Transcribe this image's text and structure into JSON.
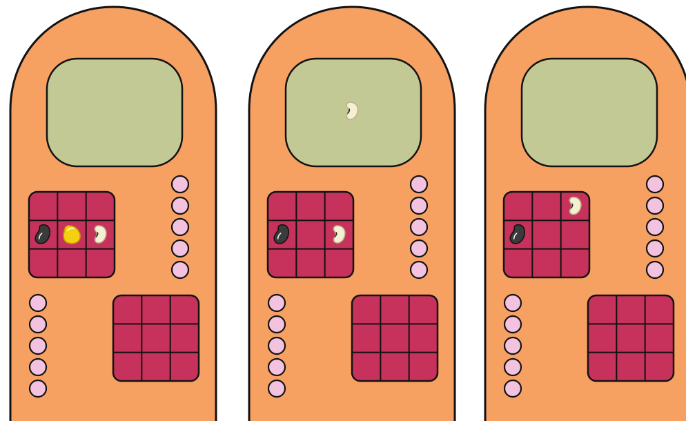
{
  "colors": {
    "board": "#f6a061",
    "outline": "#121212",
    "screen": "#c2c995",
    "grid": "#c7325c",
    "peg_hole": "#f2c2de",
    "black_bean": "#3b3b3b",
    "yellow_bean": "#f4d012",
    "white_bean": "#f6f0d3"
  },
  "boards": [
    {
      "id": "board-1",
      "screen_items": [],
      "upper_grid": [
        [
          "",
          "",
          ""
        ],
        [
          "black-bean",
          "yellow-bean",
          "white-bean"
        ],
        [
          "",
          "",
          ""
        ]
      ],
      "lower_grid": [
        [
          "",
          "",
          ""
        ],
        [
          "",
          "",
          ""
        ],
        [
          "",
          "",
          ""
        ]
      ],
      "right_pegs": 5,
      "left_pegs": 5
    },
    {
      "id": "board-2",
      "screen_items": [
        "white-bean"
      ],
      "upper_grid": [
        [
          "",
          "",
          ""
        ],
        [
          "black-bean",
          "",
          "white-bean"
        ],
        [
          "",
          "",
          ""
        ]
      ],
      "lower_grid": [
        [
          "",
          "",
          ""
        ],
        [
          "",
          "",
          ""
        ],
        [
          "",
          "",
          ""
        ]
      ],
      "right_pegs": 5,
      "left_pegs": 5
    },
    {
      "id": "board-3",
      "screen_items": [],
      "upper_grid": [
        [
          "",
          "",
          "white-bean"
        ],
        [
          "black-bean",
          "",
          ""
        ],
        [
          "",
          "",
          ""
        ]
      ],
      "lower_grid": [
        [
          "",
          "",
          ""
        ],
        [
          "",
          "",
          ""
        ],
        [
          "",
          "",
          ""
        ]
      ],
      "right_pegs": 5,
      "left_pegs": 5
    }
  ]
}
